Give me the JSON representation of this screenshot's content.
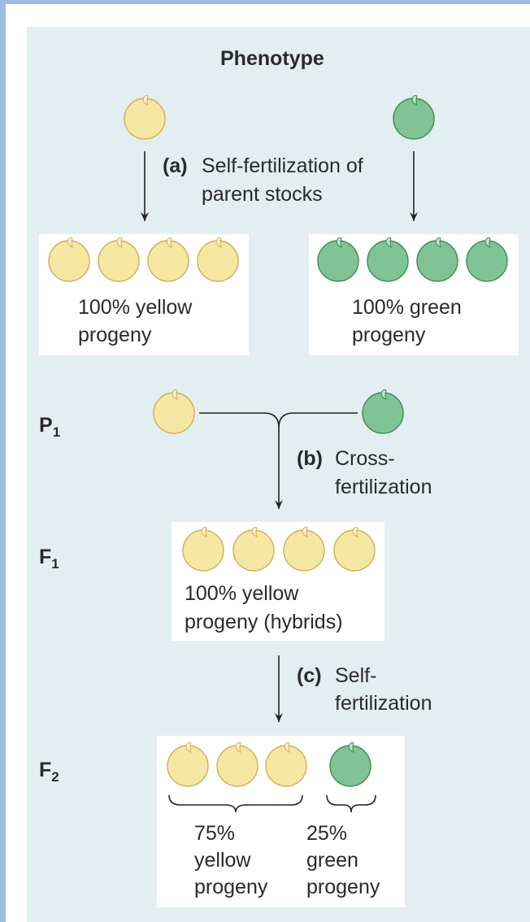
{
  "diagram": {
    "header": "Phenotype",
    "colors": {
      "yellow_pea": "#f6e7a2",
      "green_pea": "#80c495",
      "panel": "#e3eef0",
      "border": "#9dbde0"
    },
    "step_a": {
      "tag": "(a)",
      "line1": "Self-fertilization of",
      "line2": "parent stocks"
    },
    "parent_yellow_result": {
      "line1": "100% yellow",
      "line2": "progeny"
    },
    "parent_green_result": {
      "line1": "100% green",
      "line2": "progeny"
    },
    "p1": {
      "letter": "P",
      "sub": "1"
    },
    "step_b": {
      "tag": "(b)",
      "line1": "Cross-",
      "line2": "fertilization"
    },
    "f1": {
      "letter": "F",
      "sub": "1"
    },
    "f1_result": {
      "line1": "100% yellow",
      "line2": "progeny (hybrids)"
    },
    "step_c": {
      "tag": "(c)",
      "line1": "Self-",
      "line2": "fertilization"
    },
    "f2": {
      "letter": "F",
      "sub": "2"
    },
    "f2_yellow": {
      "line1": "75%",
      "line2": "yellow",
      "line3": "progeny"
    },
    "f2_green": {
      "line1": "25%",
      "line2": "green",
      "line3": "progeny"
    }
  }
}
